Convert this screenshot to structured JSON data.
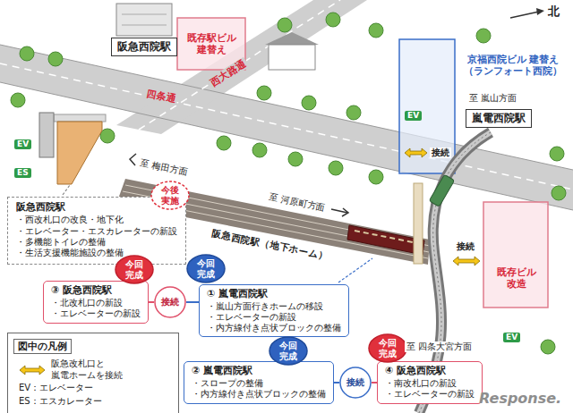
{
  "diagram": {
    "nodes": [
      {
        "text": [
          "阪急西院駅"
        ]
      },
      {
        "text": [
          "嵐電西院駅"
        ]
      },
      {
        "text": [
          "阪急西院駅",
          "・西改札口の改良・地下化",
          "・エレベーター・エスカレーターの新設",
          "・多機能トイレの整備",
          "・生活支援機能施設の整備"
        ]
      },
      {
        "text": [
          "今後 実施"
        ]
      },
      {
        "text": [
          "③ 阪急西院駅",
          "・北改札口の新設",
          "・エレベーターの新設"
        ]
      },
      {
        "text": [
          "今回 完成"
        ]
      },
      {
        "text": [
          "① 嵐電西院駅",
          "・嵐山方面行きホームの移設",
          "・エレベーターの新設",
          "・内方線付き点状ブロックの整備"
        ]
      },
      {
        "text": [
          "今回 完成"
        ]
      },
      {
        "text": [
          "接続"
        ]
      },
      {
        "text": [
          "② 嵐電西院駅",
          "・スロープの整備",
          "・内方線付き点状ブロックの整備"
        ]
      },
      {
        "text": [
          "今回 完成"
        ]
      },
      {
        "text": [
          "④ 阪急西院駅",
          "・南改札口の新設",
          "・エレベーターの新設"
        ]
      },
      {
        "text": [
          "今回 完成"
        ]
      },
      {
        "text": [
          "接続"
        ]
      }
    ],
    "edges": [
      {
        "from": 4,
        "to": 8,
        "arrow": "none"
      },
      {
        "from": 8,
        "to": 6,
        "arrow": "none"
      },
      {
        "from": 9,
        "to": 13,
        "arrow": "none"
      },
      {
        "from": 13,
        "to": 11,
        "arrow": "none"
      }
    ],
    "labels": [
      "既存駅ビル 建替え",
      "西大路通",
      "四条通",
      "京福西院ビル 建替え （ランフォート西院）",
      "至 嵐山方面",
      "EV",
      "ES",
      "EV",
      "接続",
      "至 梅田方面",
      "阪急西院駅（地下ホーム）",
      "至 河原町方面",
      "接続",
      "既存ビル 改造",
      "至 四条大宮方面",
      "EV",
      "図中の凡例",
      "北",
      "Response."
    ],
    "legend": [
      {
        "text": "阪急改札口と 嵐電ホームを接続"
      },
      {
        "text": "EV：エレベーター"
      },
      {
        "text": "ES：エスカレーター"
      }
    ]
  }
}
